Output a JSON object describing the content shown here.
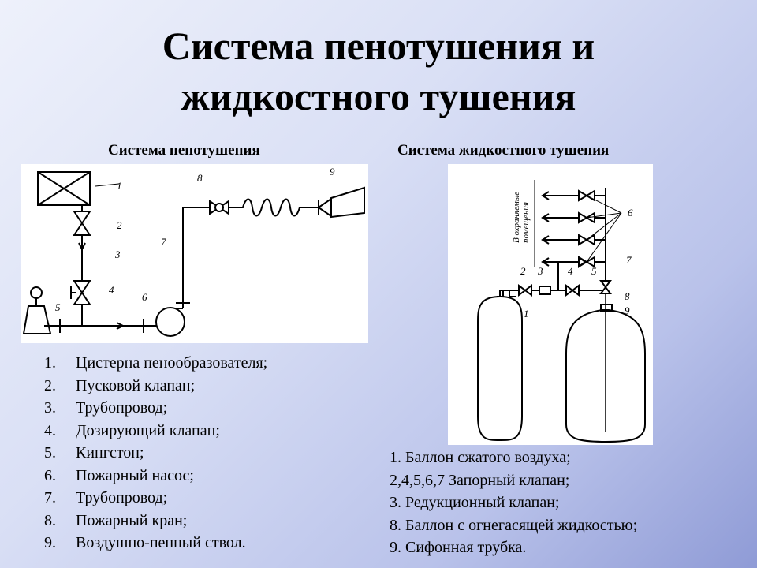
{
  "title": {
    "line1": "Система пенотушения и",
    "line2": "жидкостного тушения"
  },
  "left": {
    "subtitle": "Система пенотушения",
    "diagram_labels": [
      "1",
      "2",
      "3",
      "4",
      "5",
      "6",
      "7",
      "8",
      "9"
    ],
    "legend": [
      {
        "num": "1.",
        "text": "Цистерна пенообразователя;"
      },
      {
        "num": "2.",
        "text": "Пусковой клапан;"
      },
      {
        "num": "3.",
        "text": "Трубопровод;"
      },
      {
        "num": "4.",
        "text": "Дозирующий клапан;"
      },
      {
        "num": "5.",
        "text": "Кингстон;"
      },
      {
        "num": "6.",
        "text": "Пожарный насос;"
      },
      {
        "num": "7.",
        "text": "Трубопровод;"
      },
      {
        "num": "8.",
        "text": "Пожарный кран;"
      },
      {
        "num": "9.",
        "text": "Воздушно-пенный ствол."
      }
    ]
  },
  "right": {
    "subtitle": "Система жидкостного тушения",
    "diagram_labels": [
      "1",
      "2",
      "3",
      "4",
      "5",
      "6",
      "7",
      "8",
      "9"
    ],
    "vertical_text_line1": "В охраняемые",
    "vertical_text_line2": "помещения",
    "legend": [
      "1. Баллон сжатого воздуха;",
      "2,4,5,6,7 Запорный клапан;",
      "3. Редукционный клапан;",
      "8. Баллон с огнегасящей жидкостью;",
      "9. Сифонная трубка."
    ]
  },
  "colors": {
    "diagram_ink": "#000000",
    "panel_background": "#ffffff"
  }
}
